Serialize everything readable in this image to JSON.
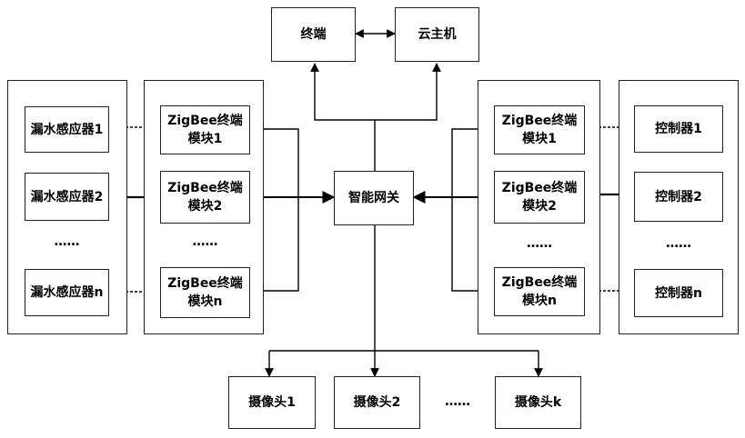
{
  "terminal": "终端",
  "cloud_host": "云主机",
  "gateway": "智能网关",
  "sensors": [
    "漏水感应器1",
    "漏水感应器2",
    "漏水感应器n"
  ],
  "left_modules": [
    {
      "line1": "ZigBee终端",
      "line2": "模块1"
    },
    {
      "line1": "ZigBee终端",
      "line2": "模块2"
    },
    {
      "line1": "ZigBee终端",
      "line2": "模块n"
    }
  ],
  "right_modules": [
    {
      "line1": "ZigBee终端",
      "line2": "模块1"
    },
    {
      "line1": "ZigBee终端",
      "line2": "模块2"
    },
    {
      "line1": "ZigBee终端",
      "line2": "模块n"
    }
  ],
  "controllers": [
    "控制器1",
    "控制器2",
    "控制器n"
  ],
  "cameras": [
    "摄像头1",
    "摄像头2",
    "摄像头k"
  ],
  "ellipsis": "……"
}
